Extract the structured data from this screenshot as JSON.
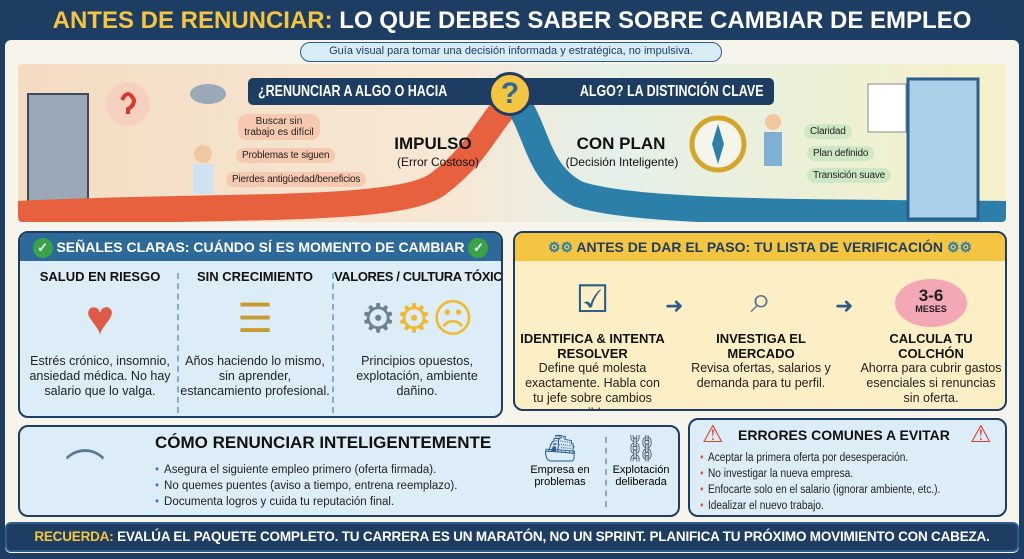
{
  "header": {
    "title_highlight": "ANTES DE RENUNCIAR:",
    "title_rest": " LO QUE DEBES SABER SOBRE CAMBIAR DE EMPLEO",
    "subtitle": "Guía visual para tomar una decisión informada y estratégica, no impulsiva."
  },
  "scene": {
    "banner_left": "¿RENUNCIAR A ALGO O HACIA",
    "banner_mark": "?",
    "banner_right": "ALGO? LA DISTINCIÓN CLAVE",
    "impulse": {
      "title": "IMPULSO",
      "subtitle": "(Error Costoso)",
      "pills": [
        "Buscar sin trabajo es difícil",
        "Problemas te siguen",
        "Pierdes antigüedad/beneficios"
      ]
    },
    "plan": {
      "title": "CON PLAN",
      "subtitle": "(Decisión Inteligente)",
      "pills": [
        "Claridad",
        "Plan definido",
        "Transición suave"
      ]
    }
  },
  "signals": {
    "title": "SEÑALES CLARAS: CUÁNDO SÍ ES MOMENTO DE CAMBIAR",
    "items": [
      {
        "title": "SALUD EN RIESGO",
        "text": "Estrés crónico, insomnio, ansiedad médica. No hay salario que lo valga.",
        "icon": "broken-heart-icon"
      },
      {
        "title": "SIN CRECIMIENTO",
        "text": "Años haciendo lo mismo, sin aprender, estancamiento profesional.",
        "icon": "ladder-icon"
      },
      {
        "title": "VALORES / CULTURA TÓXICA",
        "text": "Principios opuestos, explotación, ambiente dañino.",
        "icon": "sad-gears-icon"
      }
    ]
  },
  "checklist": {
    "title": "ANTES DE DAR EL PASO: TU LISTA DE VERIFICACIÓN",
    "items": [
      {
        "title": "IDENTIFICA & INTENTA RESOLVER",
        "text": "Define qué molesta exactamente. Habla con tu jefe sobre cambios posibles.",
        "icon": "checklist-handshake-icon"
      },
      {
        "title": "INVESTIGA EL MERCADO",
        "text": "Revisa ofertas, salarios y demanda para tu perfil.",
        "icon": "telescope-icon"
      },
      {
        "title": "CALCULA TU COLCHÓN",
        "text": "Ahorra para cubrir gastos esenciales si renuncias sin oferta.",
        "icon": "piggy-bank-icon",
        "badge_value": "3-6",
        "badge_unit": "MESES"
      }
    ]
  },
  "howto": {
    "title": "CÓMO RENUNCIAR INTELIGENTEMENTE",
    "items": [
      "Asegura el siguiente empleo primero (oferta firmada).",
      "No quemes puentes (aviso a tiempo, entrena reemplazo).",
      "Documenta logros y cuida tu reputación final."
    ],
    "exceptions": [
      {
        "label": "Empresa en problemas",
        "icon": "sinking-ship-icon"
      },
      {
        "label": "Explotación deliberada",
        "icon": "broken-chain-icon"
      }
    ]
  },
  "errors": {
    "title": "ERRORES COMUNES A EVITAR",
    "items": [
      "Aceptar la primera oferta por desesperación.",
      "No investigar la nueva empresa.",
      "Enfocarte solo en el salario (ignorar ambiente, etc.).",
      "Idealizar el nuevo trabajo."
    ]
  },
  "footer": {
    "highlight": "RECUERDA:",
    "text": " EVALÚA EL PAQUETE COMPLETO. TU CARRERA ES UN MARATÓN, NO UN SPRINT. PLANIFICA TU PRÓXIMO MOVIMIENTO CON CABEZA."
  },
  "colors": {
    "navy": "#1d3d63",
    "accent_yellow": "#f5c542",
    "impulse_red": "#e8613f",
    "plan_blue": "#2c7fa8",
    "signals_blue": "#2d6a9a",
    "check_green": "#3aa34a"
  }
}
